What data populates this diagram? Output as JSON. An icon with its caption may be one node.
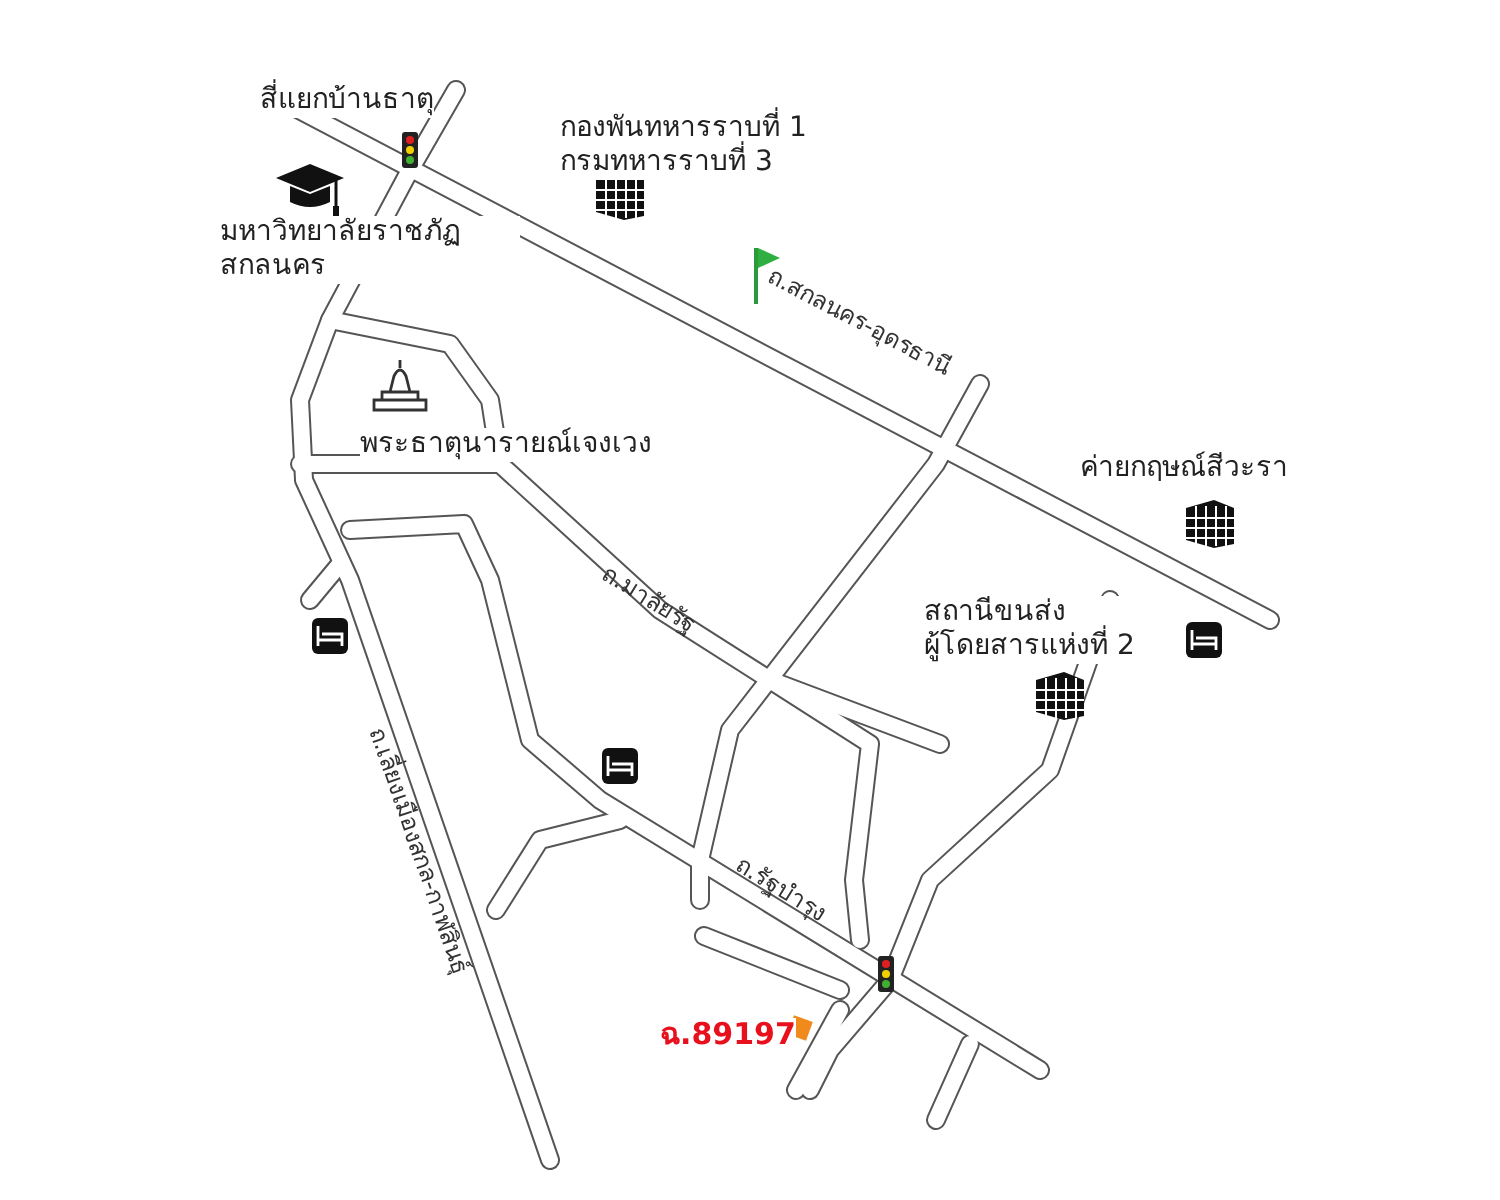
{
  "diagram": {
    "labels": [
      "สี่แยกบ้านธาตุ",
      "กองพันทหารราบที่ 1",
      "กรมทหารราบที่ 3",
      "มหาวิทยาลัยราชภัฏ สกลนคร",
      "ถ.สกลนคร-อุดรธานี",
      "พระธาตุนารายณ์เจงเวง",
      "ค่ายกฤษณ์สีวะรา",
      "ถ.มาลัยรัฐ",
      "สถานีขนส่ง ผู้โดยสารแห่งที่ 2",
      "ถ.เลี่ยงเมืองสกล-กาฬสินธุ์",
      "ถ.รัฐบำรุง",
      "ฉ.89197"
    ]
  }
}
